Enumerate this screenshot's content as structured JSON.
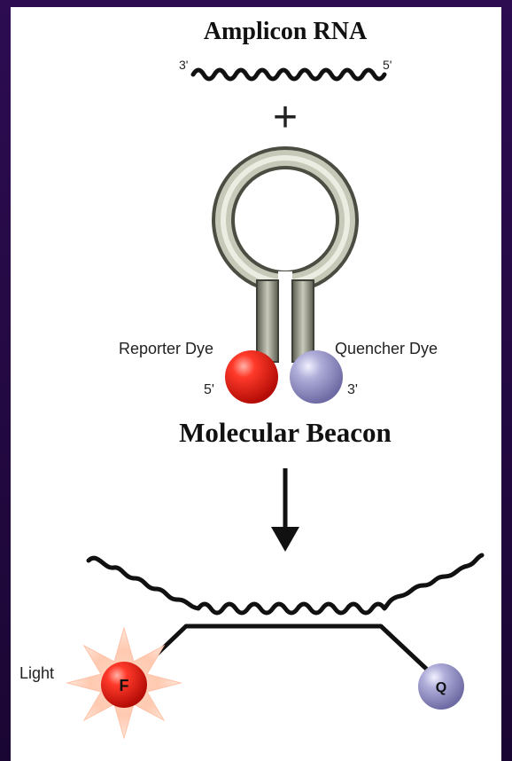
{
  "labels": {
    "amplicon_title": "Amplicon RNA",
    "amplicon_left_end": "3'",
    "amplicon_right_end": "5'",
    "plus_sign": "+",
    "reporter_dye": "Reporter Dye",
    "quencher_dye": "Quencher Dye",
    "reporter_end": "5'",
    "quencher_end": "3'",
    "beacon_title": "Molecular Beacon",
    "light": "Light",
    "fluorophore": "F",
    "quencher": "Q"
  },
  "colors": {
    "reporter": "#e8201c",
    "quencher": "#9c9acb",
    "stem": "#7d7f72",
    "background_frame": "#2a0a4a"
  }
}
